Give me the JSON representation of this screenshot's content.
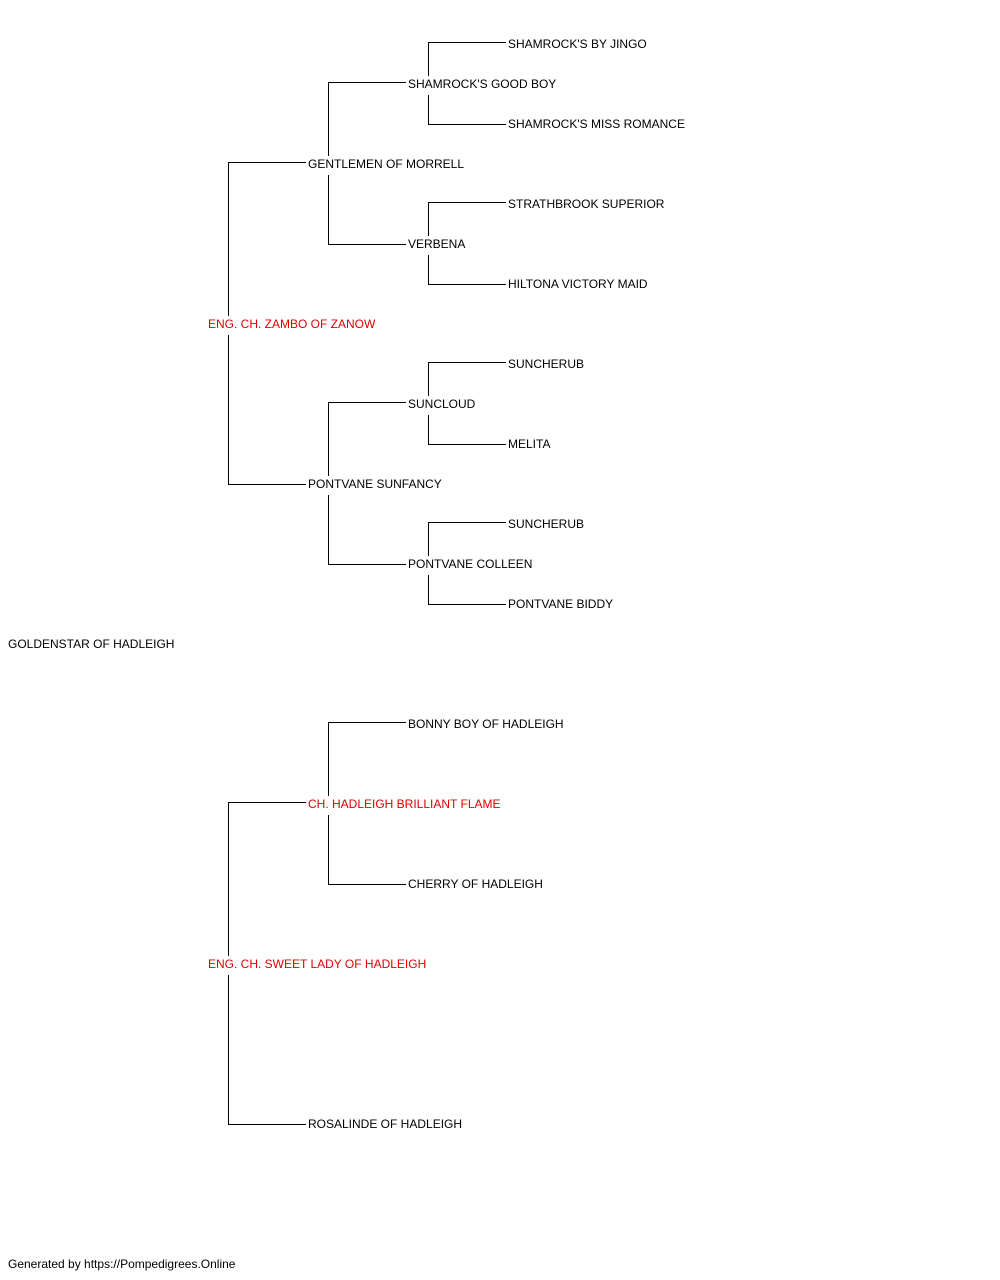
{
  "pedigree": {
    "subject": "GOLDENSTAR OF HADLEIGH",
    "sire": "ENG. CH. ZAMBO OF ZANOW",
    "sire_sire": "GENTLEMEN OF MORRELL",
    "sire_sire_sire": "SHAMROCK'S GOOD BOY",
    "sire_sire_sire_sire": "SHAMROCK'S BY JINGO",
    "sire_sire_sire_dam": "SHAMROCK'S MISS ROMANCE",
    "sire_sire_dam": "VERBENA",
    "sire_sire_dam_sire": "STRATHBROOK SUPERIOR",
    "sire_sire_dam_dam": "HILTONA VICTORY MAID",
    "sire_dam": "PONTVANE SUNFANCY",
    "sire_dam_sire": "SUNCLOUD",
    "sire_dam_sire_sire": "SUNCHERUB",
    "sire_dam_sire_dam": "MELITA",
    "sire_dam_dam": "PONTVANE COLLEEN",
    "sire_dam_dam_sire": "SUNCHERUB",
    "sire_dam_dam_dam": "PONTVANE BIDDY",
    "dam": "ENG. CH. SWEET LADY OF HADLEIGH",
    "dam_sire": "CH. HADLEIGH BRILLIANT FLAME",
    "dam_sire_sire": "BONNY BOY OF HADLEIGH",
    "dam_sire_dam": "CHERRY OF HADLEIGH",
    "dam_dam": "ROSALINDE OF HADLEIGH"
  },
  "footer": {
    "text": "Generated by https://Pompedigrees.Online"
  },
  "colors": {
    "champion": "#e00000",
    "normal": "#000000",
    "line": "#000000"
  }
}
